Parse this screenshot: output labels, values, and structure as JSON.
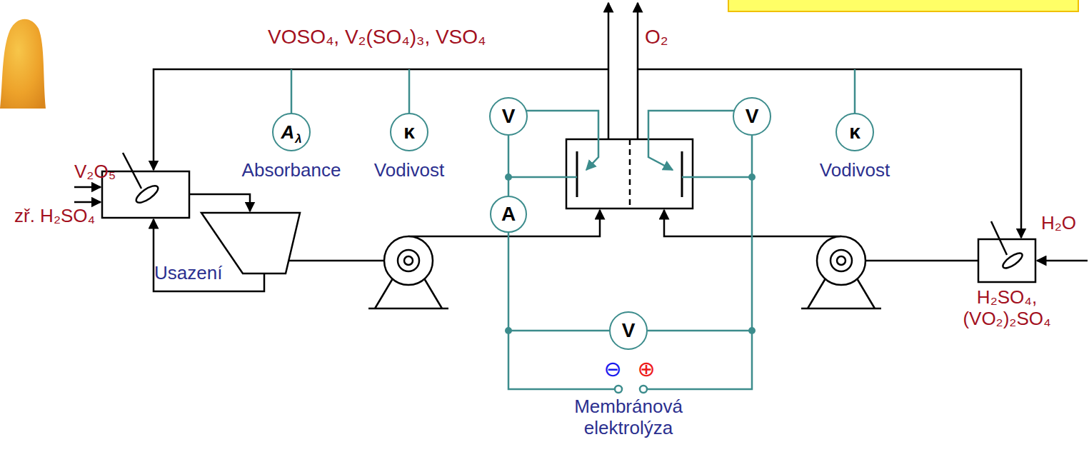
{
  "diagram": {
    "nodes": [
      {
        "text": [
          "A",
          "λ"
        ]
      },
      {
        "text": [
          "κ"
        ]
      },
      {
        "text": [
          "V"
        ]
      },
      {
        "text": [
          "V"
        ]
      },
      {
        "text": [
          "κ"
        ]
      },
      {
        "text": [
          "A"
        ]
      },
      {
        "text": [
          "V"
        ]
      }
    ],
    "edges": [
      {
        "from": 2,
        "to": 5,
        "arrow": "none"
      },
      {
        "from": 5,
        "to": 6,
        "arrow": "none"
      },
      {
        "from": 3,
        "to": 6,
        "arrow": "none"
      }
    ],
    "labels": [
      "VOSO₄, V₂(SO₄)₃, VSO₄",
      "O₂",
      "Absorbance",
      "Vodivost",
      "Vodivost",
      "V₂O₅",
      "zř. H₂SO₄",
      "Usazení",
      "H₂O",
      "H₂SO₄, (VO₂)₂SO₄",
      "⊖",
      "⊕",
      "Membránová elektrolýza"
    ]
  }
}
